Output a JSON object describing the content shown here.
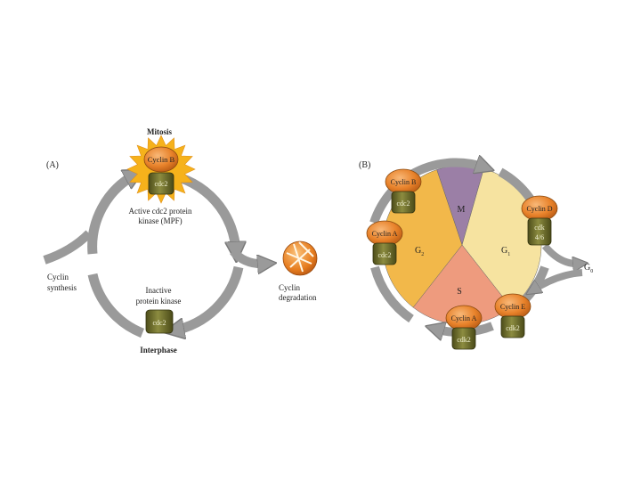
{
  "panel_a": {
    "label": "(A)",
    "mitosis": "Mitosis",
    "interphase": "Interphase",
    "cyclin_b": "Cyclin B",
    "cdc2_active": "cdc2",
    "active_line1": "Active cdc2 protein",
    "active_line2": "kinase (MPF)",
    "inactive_line1": "Inactive",
    "inactive_line2": "protein kinase",
    "cdc2_inactive": "cdc2",
    "synth_line1": "Cyclin",
    "synth_line2": "synthesis",
    "degr_line1": "Cyclin",
    "degr_line2": "degradation"
  },
  "panel_b": {
    "label": "(B)",
    "phase_m": "M",
    "phase_g1": "G",
    "phase_g1_sub": "1",
    "phase_g2": "G",
    "phase_g2_sub": "2",
    "phase_s": "S",
    "g0": "G",
    "g0_sub": "0",
    "complexes": {
      "cyclin_b": {
        "cyclin": "Cyclin B",
        "kinase": "cdc2"
      },
      "cyclin_a_top": {
        "cyclin": "Cyclin A",
        "kinase": "cdc2"
      },
      "cyclin_d": {
        "cyclin": "Cyclin D",
        "kinase1": "cdk",
        "kinase2": "4/6"
      },
      "cyclin_e": {
        "cyclin": "Cyclin E",
        "kinase": "cdk2"
      },
      "cyclin_a_bottom": {
        "cyclin": "Cyclin A",
        "kinase": "cdk2"
      }
    }
  },
  "colors": {
    "arrow": "#9a9a9a",
    "cyclin": "#e8822a",
    "kinase": "#6b6b2a",
    "phase_m": "#9b7fa6",
    "phase_g1": "#f6e3a0",
    "phase_g2": "#f2b84a",
    "phase_s": "#ee9b7e",
    "star": "#f6b21b"
  }
}
